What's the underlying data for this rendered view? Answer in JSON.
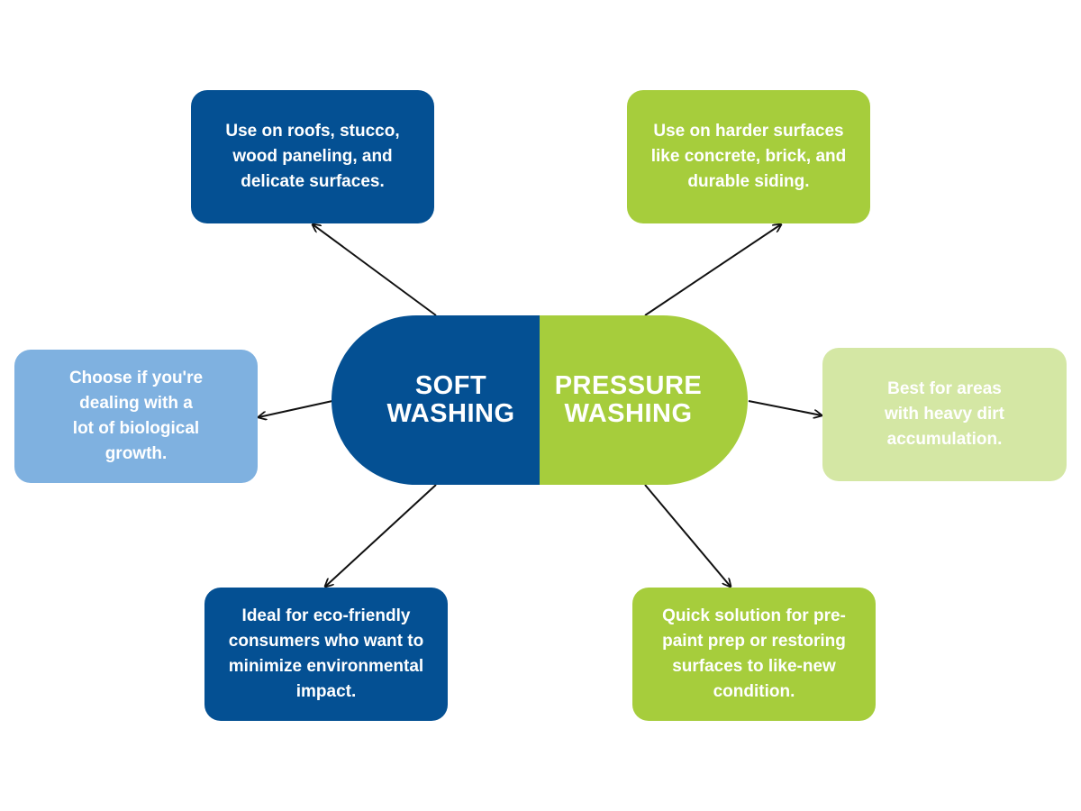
{
  "center": {
    "left_label": "SOFT\nWASHING",
    "right_label": "PRESSURE\nWASHING"
  },
  "soft_washing_points": [
    "Use on roofs, stucco,\nwood paneling, and\ndelicate surfaces.",
    "Choose if you're\ndealing with a\nlot of biological\ngrowth.",
    "Ideal for eco-friendly\nconsumers who want to\nminimize environmental\nimpact."
  ],
  "pressure_washing_points": [
    "Use on harder surfaces\nlike concrete, brick, and\ndurable siding.",
    "Best for areas\nwith heavy dirt\naccumulation.",
    "Quick solution for pre-\npaint prep or restoring\nsurfaces to like-new\ncondition."
  ],
  "colors": {
    "soft_dark_blue": "#045093",
    "soft_light_blue": "#7fb1e0",
    "pressure_green": "#a6cd3c",
    "pressure_light_green": "#d4e7a4",
    "arrow": "#111111"
  }
}
